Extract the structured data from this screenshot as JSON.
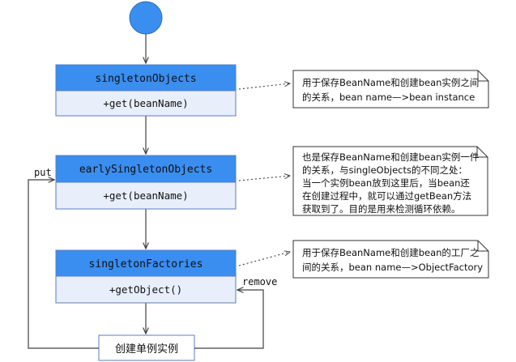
{
  "classes": [
    {
      "name": "singletonObjects",
      "method": "+get(beanName)"
    },
    {
      "name": "earlySingletonObjects",
      "method": "+get(beanName)"
    },
    {
      "name": "singletonFactories",
      "method": "+getObject()"
    }
  ],
  "action_box": {
    "label": "创建单例实例"
  },
  "edge_labels": {
    "put": "put",
    "remove": "remove"
  },
  "notes": [
    {
      "lines": [
        "用于保存BeanName和创建bean实例之间",
        "的关系，bean name—>bean instance"
      ]
    },
    {
      "lines": [
        "也是保存BeanName和创建bean实例一件",
        "的关系，与singleObjects的不同之处：",
        "当一个实例bean放到这里后，当bean还",
        "在创建过程中，就可以通过getBean方法",
        "获取到了。目的是用来检测循环依赖。"
      ]
    },
    {
      "lines": [
        "用于保存BeanName和创建bean的工厂之",
        "间的关系，bean name—>ObjectFactory"
      ]
    }
  ],
  "colors": {
    "start_node": "#3a8ef0",
    "class_header": "#3a8ef0",
    "class_body": "#e8eefa",
    "box_border": "#5b7fbf",
    "line": "#404040",
    "note_fill": "#ffffff"
  }
}
